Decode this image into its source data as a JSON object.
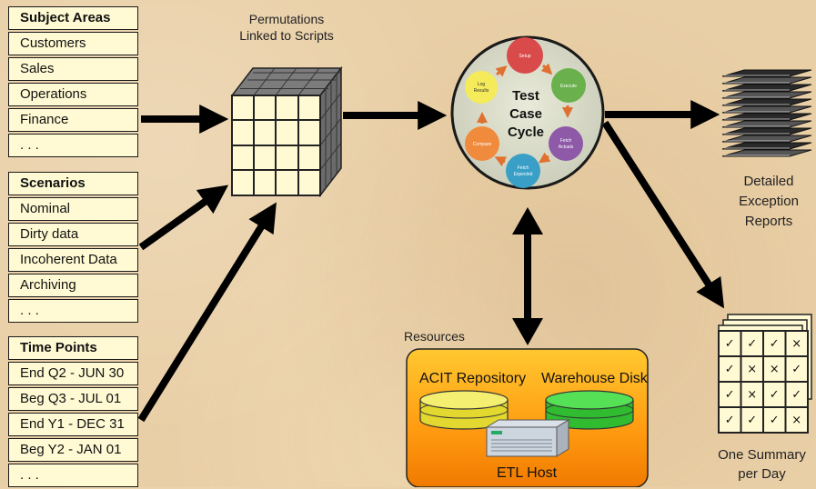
{
  "subject_areas": {
    "title": "Subject Areas",
    "items": [
      "Customers",
      "Sales",
      "Operations",
      "Finance",
      ". . ."
    ]
  },
  "scenarios": {
    "title": "Scenarios",
    "items": [
      "Nominal",
      "Dirty data",
      "Incoherent Data",
      "Archiving",
      ". . ."
    ]
  },
  "time_points": {
    "title": "Time Points",
    "items": [
      "End Q2 - JUN 30",
      "Beg Q3 - JUL 01",
      "End Y1 - DEC 31",
      "Beg Y2 - JAN 01",
      ". . ."
    ]
  },
  "cube_label": {
    "line1": "Permutations",
    "line2": "Linked to Scripts"
  },
  "cycle": {
    "center": {
      "line1": "Test",
      "line2": "Case",
      "line3": "Cycle"
    },
    "steps": {
      "setup": "Setup",
      "execute": "Execute",
      "fetch_actuals_1": "Fetch",
      "fetch_actuals_2": "Actuals",
      "fetch_expected_1": "Fetch",
      "fetch_expected_2": "Expected",
      "compare": "Compare",
      "log_results_1": "Log",
      "log_results_2": "Results"
    },
    "colors": {
      "setup": "#d94a4a",
      "execute": "#6ab04c",
      "fetch_actuals": "#8e5aa8",
      "fetch_expected": "#3a9fc6",
      "compare": "#f08a3c",
      "log_results": "#f4ea5a"
    }
  },
  "detailed_reports": {
    "line1": "Detailed",
    "line2": "Exception",
    "line3": "Reports"
  },
  "summary": {
    "line1": "One Summary",
    "line2": "per Day"
  },
  "resources": {
    "title": "Resources",
    "repository": "ACIT Repository",
    "warehouse": "Warehouse Disk",
    "host": "ETL Host",
    "colors": {
      "repository": "#e8e040",
      "warehouse": "#3ccf3c"
    }
  },
  "check_grid": [
    [
      "✓",
      "✓",
      "✓",
      "×"
    ],
    [
      "✓",
      "×",
      "×",
      "✓"
    ],
    [
      "✓",
      "×",
      "✓",
      "✓"
    ],
    [
      "✓",
      "✓",
      "✓",
      "×"
    ]
  ]
}
